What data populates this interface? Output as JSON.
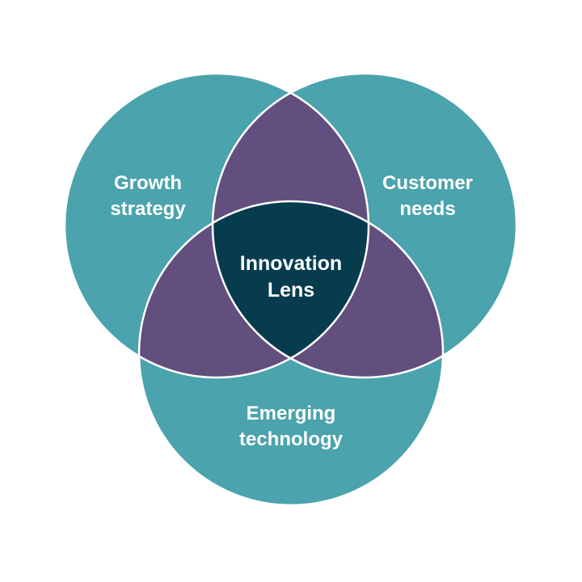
{
  "diagram": {
    "type": "venn",
    "colors": {
      "circle_fill": "#4aa3ad",
      "pair_overlap_fill": "#634f7e",
      "triple_overlap_fill": "#063c4e",
      "outline": "#ffffff"
    },
    "circles": [
      {
        "id": "growth",
        "label_lines": [
          "Growth",
          "strategy"
        ]
      },
      {
        "id": "customer",
        "label_lines": [
          "Customer",
          "needs"
        ]
      },
      {
        "id": "technology",
        "label_lines": [
          "Emerging",
          "technology"
        ]
      }
    ],
    "center": {
      "label_lines": [
        "Innovation",
        "Lens"
      ]
    }
  }
}
